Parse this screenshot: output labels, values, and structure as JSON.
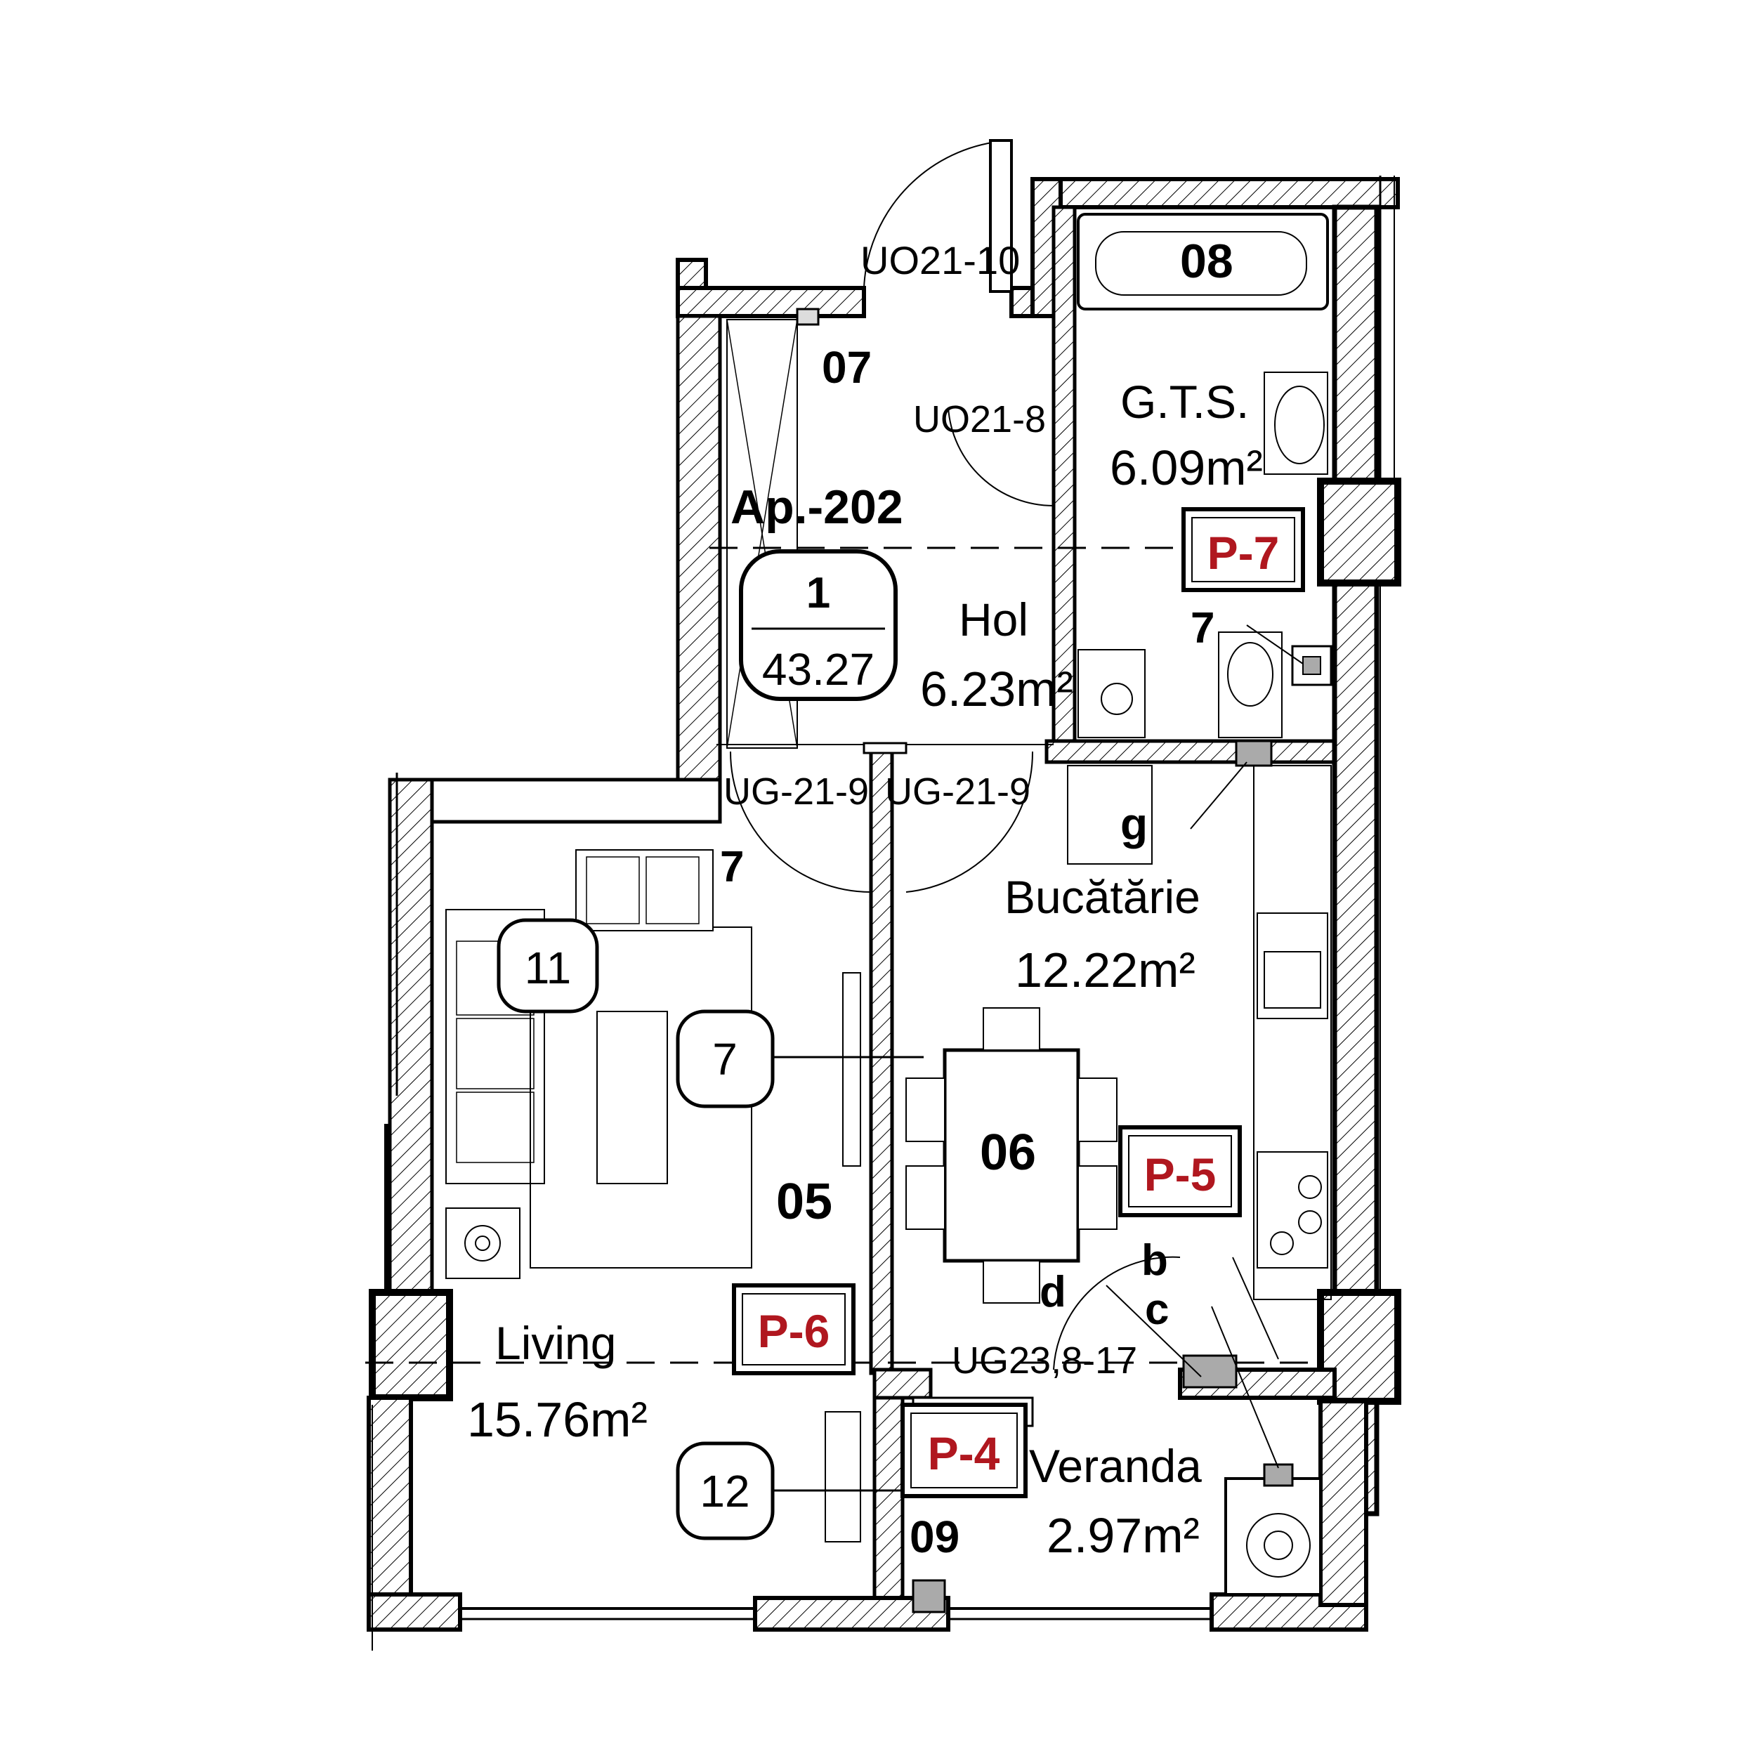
{
  "apartment": {
    "label": "Ap.-202",
    "badge_top": "1",
    "badge_bottom": "43.27"
  },
  "rooms": {
    "hol": {
      "name": "Hol",
      "area": "6.23m²",
      "number": "07"
    },
    "gts": {
      "name": "G.T.S.",
      "area": "6.09m²",
      "number": "08"
    },
    "bucatarie": {
      "name": "Bucătărie",
      "area": "12.22m²",
      "number": "06"
    },
    "living": {
      "name": "Living",
      "area": "15.76m²",
      "number": "05"
    },
    "veranda": {
      "name": "Veranda",
      "area": "2.97m²",
      "number": "09"
    }
  },
  "doors": {
    "entry": "UO21-10",
    "bath": "UO21-8",
    "living_door": "UG-21-9",
    "kitchen_door": "UG-21-9",
    "balcony_door": "UG23,8-17"
  },
  "panels": {
    "p7": "P-7",
    "p5": "P-5",
    "p6": "P-6",
    "p4": "P-4"
  },
  "markers": {
    "m11": "11",
    "m7": "7",
    "m12": "12",
    "n7_bath": "7",
    "n7_living": "7",
    "g": "g",
    "b": "b",
    "c": "c",
    "d": "d"
  },
  "colors": {
    "wall": "#000000",
    "panel_text": "#b0171f",
    "background": "#ffffff"
  }
}
